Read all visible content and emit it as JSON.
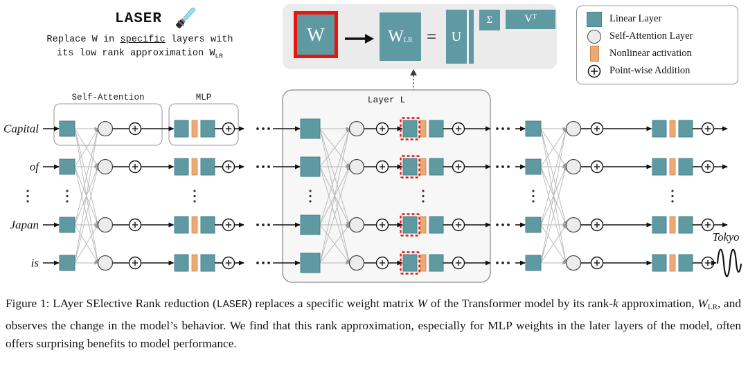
{
  "colors": {
    "teal": "#5f99a2",
    "teal_border": "#47828b",
    "orange": "#eda873",
    "orange_border": "#c98a51",
    "red": "#e8170c",
    "attn_fill": "#ececec",
    "panel_bg": "#ebebeb",
    "layer_panel": "#f7f7f7"
  },
  "header": {
    "title": "LASER",
    "sub1a": "Replace W in ",
    "sub1b": "specific",
    "sub1c": " layers with",
    "sub2": "its low rank approximation W",
    "sub2_sub": "LR"
  },
  "svd": {
    "w_label": "W",
    "wlr_label": "W",
    "wlr_sub": "LR",
    "equals": "=",
    "u_label": "U",
    "sigma_label": "Σ",
    "vt_label": "V",
    "vt_sup": "T"
  },
  "legend": {
    "items": [
      {
        "label": "Linear Layer"
      },
      {
        "label": "Self-Attention Layer"
      },
      {
        "label": "Nonlinear activation"
      },
      {
        "label": "Point-wise Addition"
      }
    ]
  },
  "diagram": {
    "tokens": [
      "Capital",
      "of",
      "Japan",
      "is"
    ],
    "output_token": "Tokyo",
    "self_attention_label": "Self-Attention",
    "mlp_label": "MLP",
    "layer_label": "Layer L"
  },
  "caption": {
    "segments": [
      {
        "text": "Figure 1: LAyer SElective Rank reduction (",
        "style": "normal"
      },
      {
        "text": "LASER",
        "style": "mono"
      },
      {
        "text": ") replaces a specific weight matrix ",
        "style": "normal"
      },
      {
        "text": "W",
        "style": "math"
      },
      {
        "text": " of the Transformer model by its rank-",
        "style": "normal"
      },
      {
        "text": "k",
        "style": "math"
      },
      {
        "text": " approximation, ",
        "style": "normal"
      },
      {
        "text": "W",
        "style": "math"
      },
      {
        "text": "LR",
        "style": "sub"
      },
      {
        "text": ", and observes the change in the model’s behavior. We find that this rank approximation, especially for MLP weights in the later layers of the model, often offers surprising benefits to model performance.",
        "style": "normal"
      }
    ]
  }
}
